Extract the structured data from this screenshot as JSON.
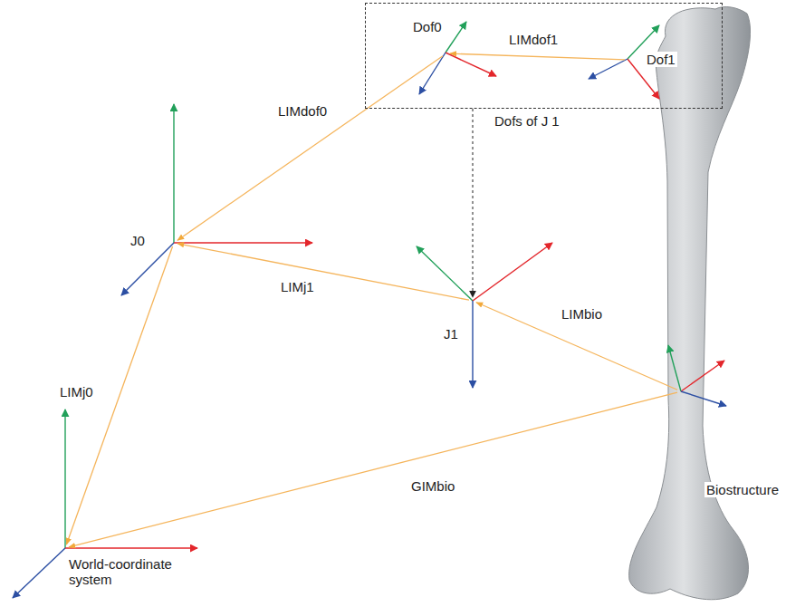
{
  "diagram": {
    "nodes": [
      {
        "text": [
          "Dofs of J 1"
        ]
      },
      {
        "text": [
          "Dof0"
        ],
        "in": 0
      },
      {
        "text": [
          "Dof1"
        ],
        "in": 0
      },
      {
        "text": [
          "J0"
        ]
      },
      {
        "text": [
          "J1"
        ]
      },
      {
        "text": [
          "Biostructure"
        ]
      },
      {
        "text": [
          "World-coordinate system"
        ]
      }
    ],
    "edges": [
      {
        "from": 2,
        "to": 1,
        "arrow": "to",
        "label": "LIMdof1"
      },
      {
        "from": 1,
        "to": 3,
        "arrow": "to",
        "label": "LIMdof0"
      },
      {
        "from": 4,
        "to": 3,
        "arrow": "to",
        "label": "LIMj1"
      },
      {
        "from": 5,
        "to": 4,
        "arrow": "to",
        "label": "LIMbio"
      },
      {
        "from": 3,
        "to": 6,
        "arrow": "to",
        "label": "LIMj0"
      },
      {
        "from": 5,
        "to": 6,
        "arrow": "to",
        "label": "GIMbio"
      },
      {
        "from": 0,
        "to": 4,
        "arrow": "to"
      }
    ]
  }
}
